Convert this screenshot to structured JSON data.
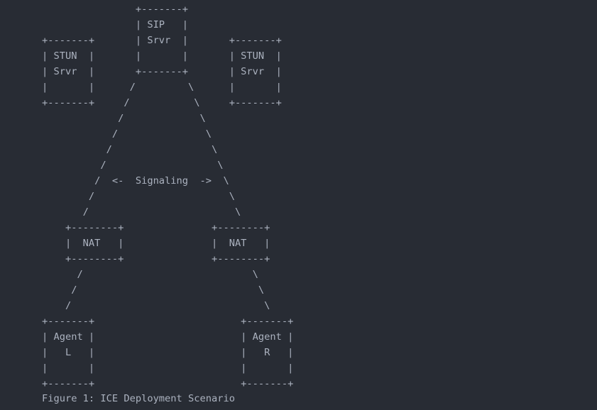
{
  "diagram": {
    "lines": [
      "                +-------+",
      "                | SIP   |",
      "+-------+       | Srvr  |       +-------+",
      "| STUN  |       |       |       | STUN  |",
      "| Srvr  |       +-------+       | Srvr  |",
      "|       |      /         \\      |       |",
      "+-------+     /           \\     +-------+",
      "             /             \\",
      "            /               \\",
      "           /                 \\",
      "          /                   \\",
      "         /  <-  Signaling  ->  \\",
      "        /                       \\",
      "       /                         \\",
      "    +--------+               +--------+",
      "    |  NAT   |               |  NAT   |",
      "    +--------+               +--------+",
      "      /                             \\",
      "     /                               \\",
      "    /                                 \\",
      "+-------+                         +-------+",
      "| Agent |                         | Agent |",
      "|   L   |                         |   R   |",
      "|       |                         |       |",
      "+-------+                         +-------+"
    ],
    "caption": "Figure 1: ICE Deployment Scenario"
  }
}
